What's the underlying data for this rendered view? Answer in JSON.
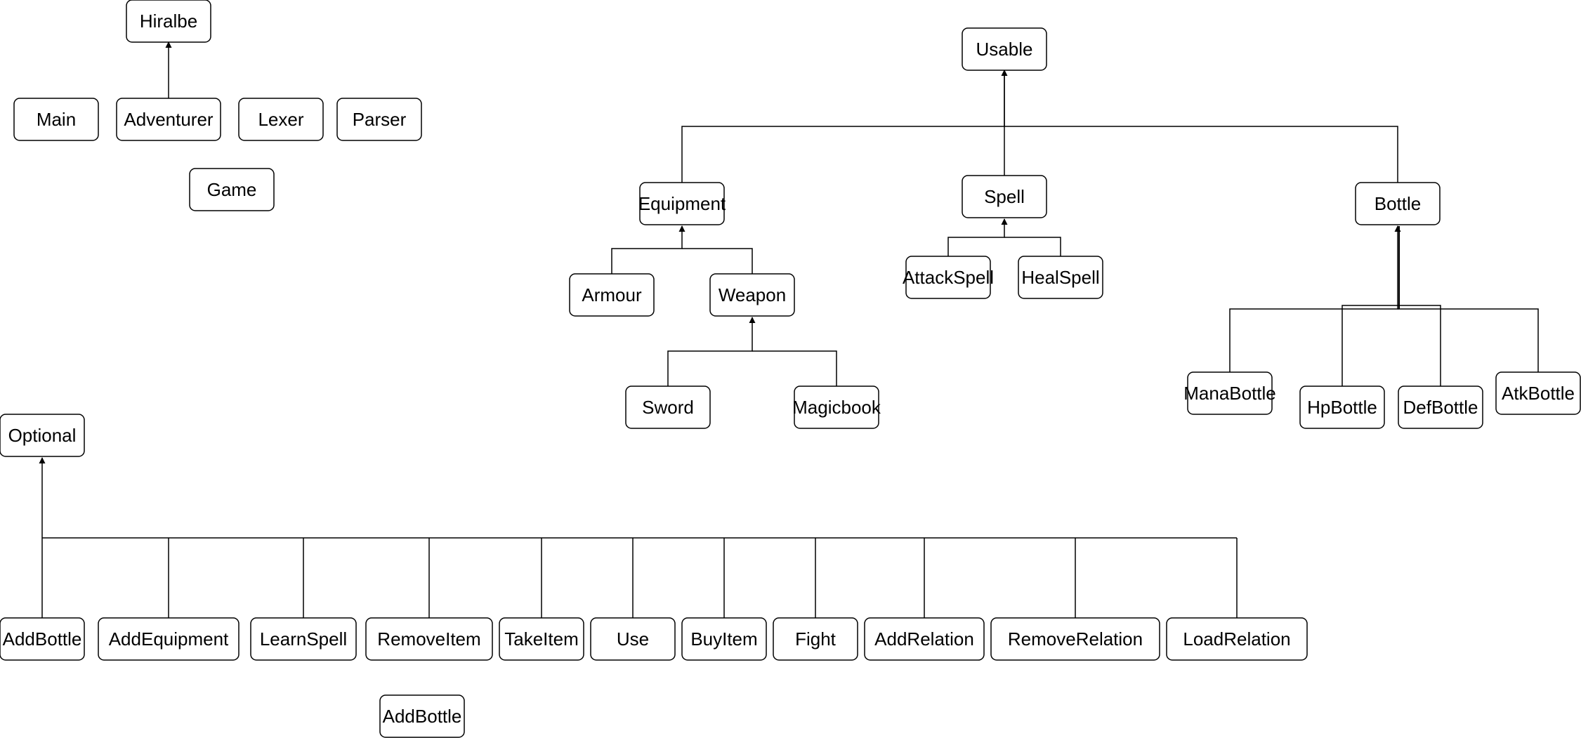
{
  "diagram": {
    "colors": {
      "background": "#ffffff",
      "stroke": "#000000",
      "text": "#000000"
    },
    "nodes": {
      "hiralbe": "Hiralbe",
      "main": "Main",
      "adventurer": "Adventurer",
      "lexer": "Lexer",
      "parser": "Parser",
      "game": "Game",
      "usable": "Usable",
      "equipment": "Equipment",
      "spell": "Spell",
      "bottle": "Bottle",
      "armour": "Armour",
      "weapon": "Weapon",
      "attack_spell": "AttackSpell",
      "heal_spell": "HealSpell",
      "sword": "Sword",
      "magicbook": "Magicbook",
      "mana_bottle": "ManaBottle",
      "hp_bottle": "HpBottle",
      "def_bottle": "DefBottle",
      "atk_bottle": "AtkBottle",
      "optional": "Optional",
      "add_bottle": "AddBottle",
      "add_equipment": "AddEquipment",
      "learn_spell": "LearnSpell",
      "remove_item": "RemoveItem",
      "take_item": "TakeItem",
      "use": "Use",
      "buy_item": "BuyItem",
      "fight": "Fight",
      "add_relation": "AddRelation",
      "remove_relation": "RemoveRelation",
      "load_relation": "LoadRelation",
      "add_bottle_2": "AddBottle"
    }
  }
}
